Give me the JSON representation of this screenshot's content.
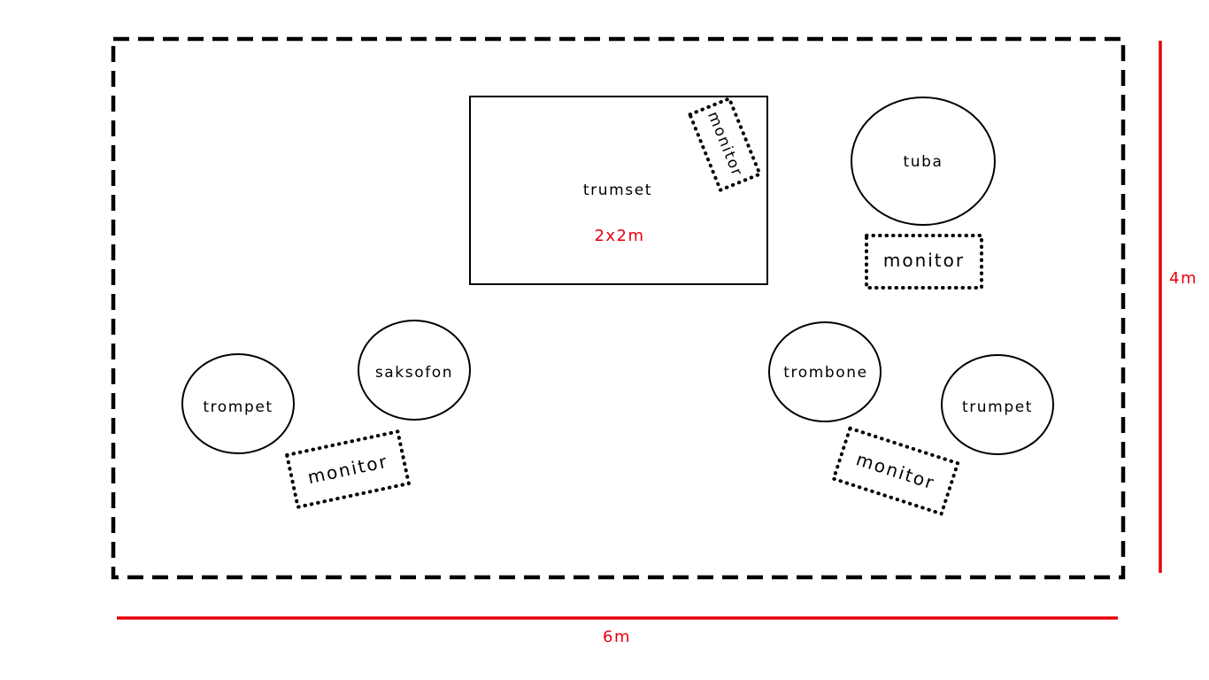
{
  "colors": {
    "stroke": "#000000",
    "dimension": "#e8000b",
    "background": "#ffffff"
  },
  "stage": {
    "drumset": {
      "label": "trumset",
      "size": "2x2m"
    },
    "tuba": {
      "label": "tuba"
    },
    "saxophone": {
      "label": "saksofon"
    },
    "trumpet_left": {
      "label": "trompet"
    },
    "trombone": {
      "label": "trombone"
    },
    "trumpet_right": {
      "label": "trumpet"
    },
    "monitors": {
      "drum": "monitor",
      "tuba": "monitor",
      "left": "monitor",
      "right": "monitor"
    }
  },
  "dimensions": {
    "width": "6m",
    "height": "4m"
  }
}
